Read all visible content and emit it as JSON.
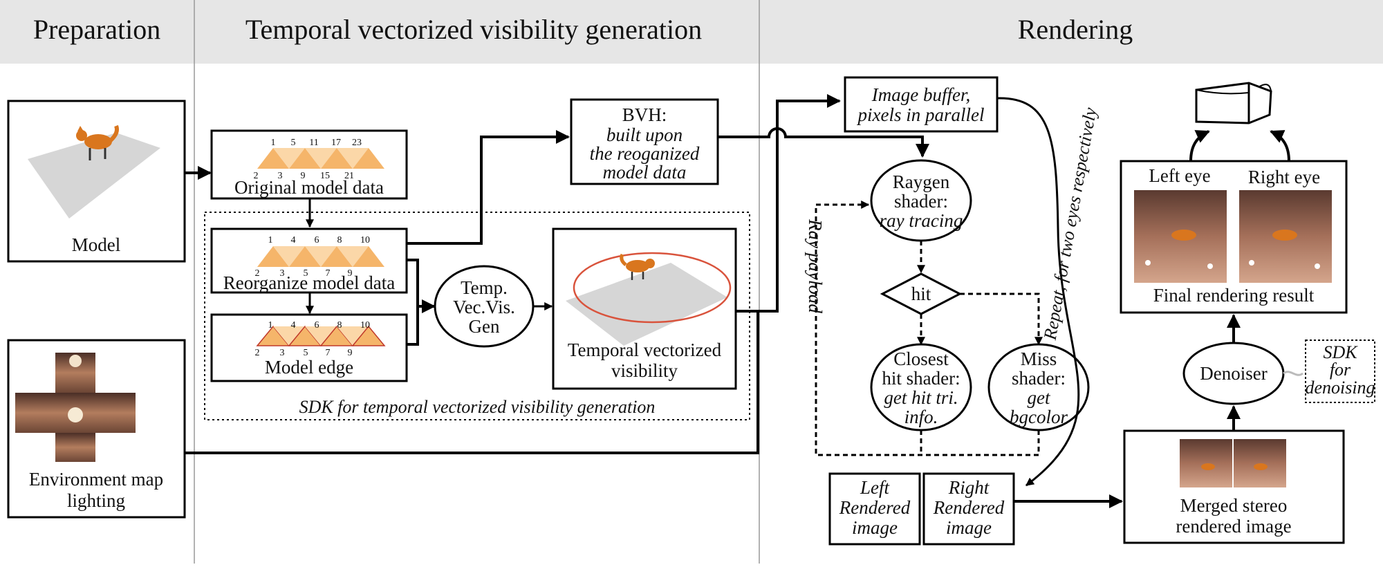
{
  "headers": {
    "preparation": "Preparation",
    "temporal": "Temporal vectorized visibility generation",
    "rendering": "Rendering"
  },
  "preparation": {
    "model_label": "Model",
    "env_label_1": "Environment map",
    "env_label_2": "lighting"
  },
  "generation": {
    "original_label": "Original model data",
    "original_top": [
      "1",
      "5",
      "11",
      "17",
      "23"
    ],
    "original_bottom": [
      "2",
      "3",
      "9",
      "15",
      "21"
    ],
    "reorg_label": "Reorganize model data",
    "reorg_top": [
      "1",
      "4",
      "6",
      "8",
      "10"
    ],
    "reorg_bottom": [
      "2",
      "3",
      "5",
      "7",
      "9"
    ],
    "edge_label": "Model edge",
    "edge_top": [
      "1",
      "4",
      "6",
      "8",
      "10"
    ],
    "edge_bottom": [
      "2",
      "3",
      "5",
      "7",
      "9"
    ],
    "bvh_line1": "BVH:",
    "bvh_line2": "built upon",
    "bvh_line3": "the reoganized",
    "bvh_line4": "model data",
    "tvvg_line1": "Temp.",
    "tvvg_line2": "Vec.Vis.",
    "tvvg_line3": "Gen",
    "tvv_line1": "Temporal vectorized",
    "tvv_line2": "visibility",
    "sdk_label": "SDK for temporal vectorized visibility generation"
  },
  "rendering": {
    "image_buffer_1": "Image buffer,",
    "image_buffer_2": "pixels in parallel",
    "raygen_1": "Raygen",
    "raygen_2": "shader:",
    "raygen_3": "ray tracing",
    "hit": "hit",
    "closest_1": "Closest",
    "closest_2": "hit shader:",
    "closest_3": "get hit tri.",
    "closest_4": "info.",
    "miss_1": "Miss",
    "miss_2": "shader:",
    "miss_3": "get",
    "miss_4": "bgcolor",
    "ray_payload": "Ray payload",
    "repeat_note": "Repeat, for two eyes respectively",
    "left_img_1": "Left",
    "left_img_2": "Rendered",
    "left_img_3": "image",
    "right_img_1": "Right",
    "right_img_2": "Rendered",
    "right_img_3": "image",
    "merged_1": "Merged stereo",
    "merged_2": "rendered image",
    "denoiser": "Denoiser",
    "sdk_den_1": "SDK",
    "sdk_den_2": "for",
    "sdk_den_3": "denoising",
    "left_eye": "Left eye",
    "right_eye": "Right eye",
    "final": "Final rendering result"
  },
  "colors": {
    "header_band": "#e6e6e6",
    "triangle_fill": "#f5b56a",
    "triangle_light": "#fbd7a8",
    "fox": "#d9761e",
    "plane": "#d6d6d6",
    "orbit": "#d9533c",
    "render_bg": "#7a4a38"
  }
}
